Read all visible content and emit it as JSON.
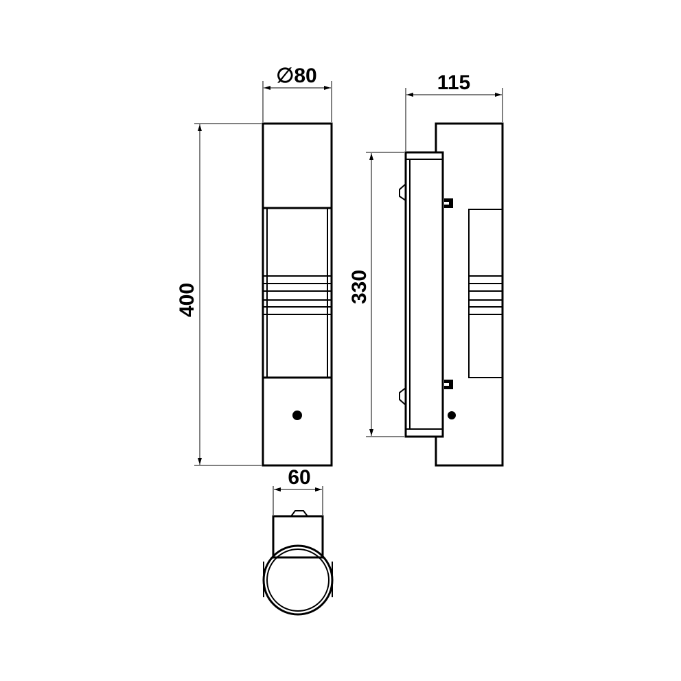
{
  "dimensions": {
    "front_diameter": "80",
    "diameter_symbol": "∅",
    "height_total": "400",
    "side_depth": "115",
    "side_height": "330",
    "base_width": "60"
  },
  "colors": {
    "line": "#000000",
    "background": "#ffffff"
  }
}
